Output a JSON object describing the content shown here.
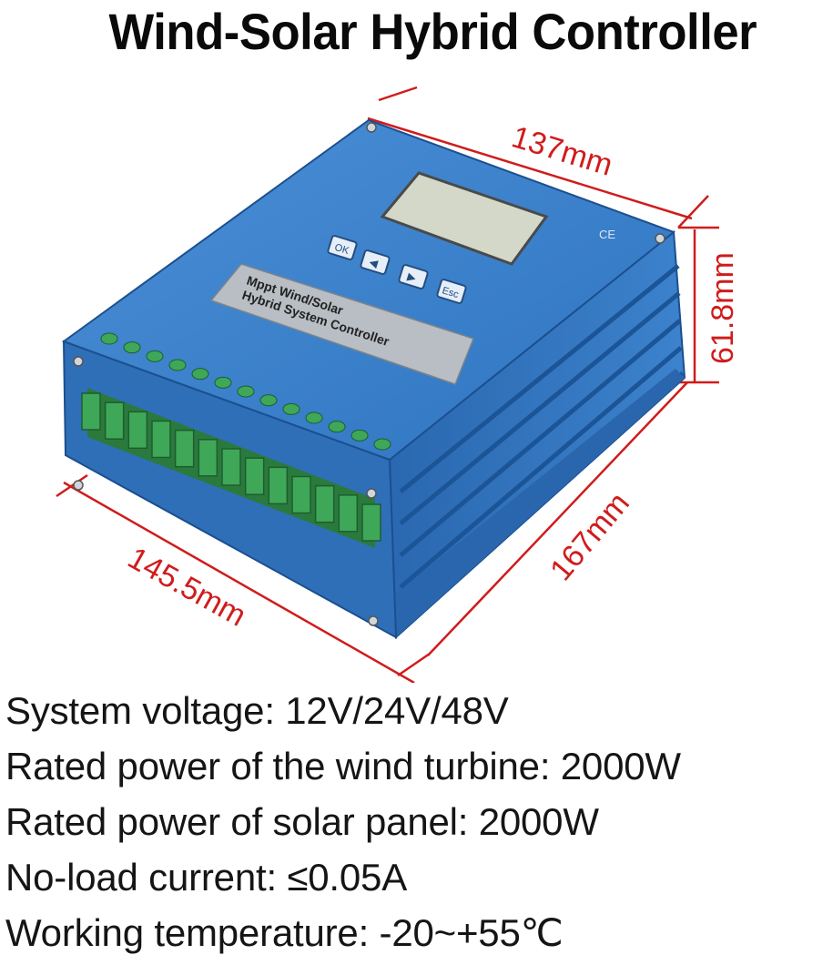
{
  "title": "Wind-Solar Hybrid Controller",
  "dimensions": {
    "top_width": "137mm",
    "height": "61.8mm",
    "front_width": "145.5mm",
    "depth": "167mm"
  },
  "device": {
    "panel_label_line1": "Mppt Wind/Solar",
    "panel_label_line2": "Hybrid System Controller",
    "buttons": [
      "OK",
      "◀",
      "▶",
      "Esc"
    ],
    "mark": "CE",
    "terminal_count": 13
  },
  "specs": [
    "System voltage: 12V/24V/48V",
    "Rated power of the wind turbine: 2000W",
    "Rated power of solar panel: 2000W",
    "No-load current: ≤0.05A",
    "Working temperature: -20~+55℃"
  ],
  "colors": {
    "body_blue": "#3a7fc9",
    "dark_blue": "#1f5ea8",
    "terminal_green": "#3ea858",
    "dimension_red": "#d01c1c"
  }
}
